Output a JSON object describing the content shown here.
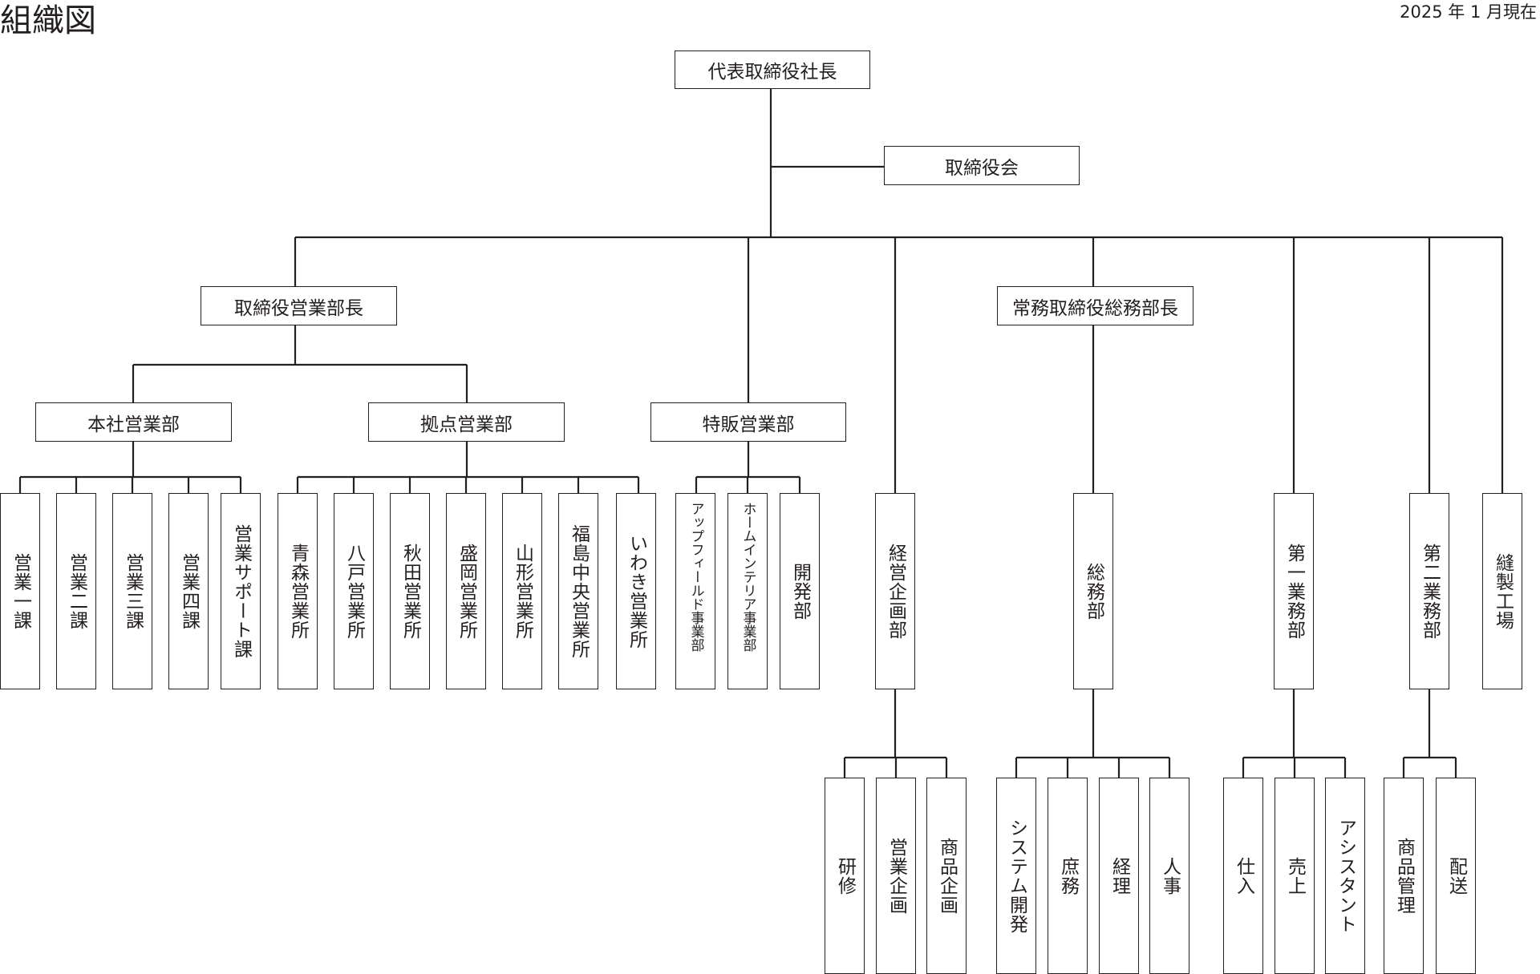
{
  "header": {
    "title": "組織図",
    "date": "2025 年 1 月現在"
  },
  "nodes": {
    "president": "代表取締役社長",
    "board": "取締役会",
    "sales_director": "取締役営業部長",
    "general_director": "常務取締役総務部長",
    "honsha_sales": "本社営業部",
    "kyoten_sales": "拠点営業部",
    "tokuhan_sales": "特販営業部",
    "sales1": "営業一課",
    "sales2": "営業二課",
    "sales3": "営業三課",
    "sales4": "営業四課",
    "sales_support": "営業サポート課",
    "aomori": "青森営業所",
    "hachinohe": "八戸営業所",
    "akita": "秋田営業所",
    "morioka": "盛岡営業所",
    "yamagata": "山形営業所",
    "fukushima": "福島中央営業所",
    "iwaki": "いわき営業所",
    "upfield": "アップフィールド事業部",
    "home_interior": "ホームインテリア事業部",
    "development": "開発部",
    "keiei_kikaku": "経営企画部",
    "somu": "総務部",
    "gyomu1": "第一業務部",
    "gyomu2": "第二業務部",
    "factory": "縫製工場",
    "kenshu": "研修",
    "eigyo_kikaku": "営業企画",
    "shohin_kikaku": "商品企画",
    "system_dev": "システム開発",
    "shomu": "庶務",
    "keiri": "経理",
    "jinji": "人事",
    "shiire": "仕入",
    "uriage": "売上",
    "assistant": "アシスタント",
    "shohin_kanri": "商品管理",
    "haiso": "配送"
  }
}
